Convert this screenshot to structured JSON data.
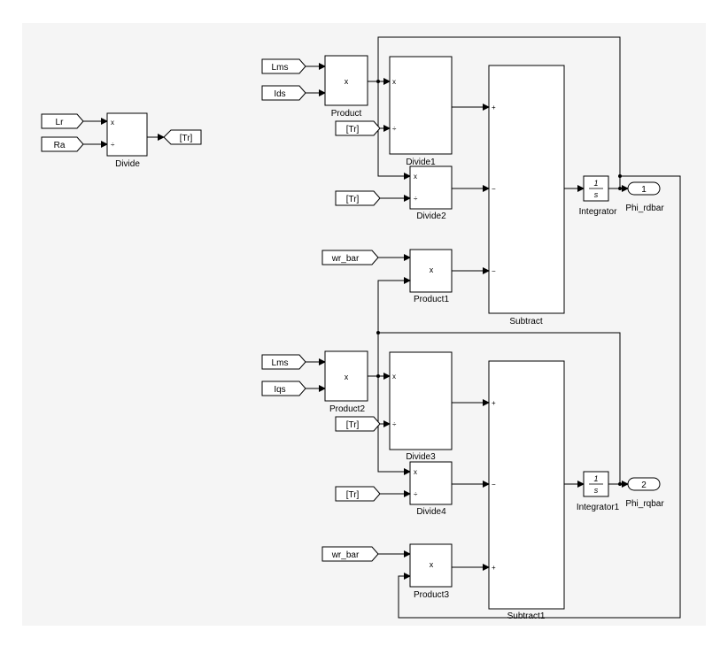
{
  "inputs": {
    "lr": "Lr",
    "ra": "Ra",
    "lms_top": "Lms",
    "ids": "Ids",
    "tr_1": "[Tr]",
    "tr_2": "[Tr]",
    "wr_bar_1": "wr_bar",
    "lms_bottom": "Lms",
    "iqs": "Iqs",
    "tr_3": "[Tr]",
    "tr_4": "[Tr]",
    "wr_bar_2": "wr_bar"
  },
  "goto": {
    "tr": "[Tr]"
  },
  "blocks": {
    "divide": "Divide",
    "product": "Product",
    "divide1": "Divide1",
    "divide2": "Divide2",
    "product1": "Product1",
    "subtract": "Subtract",
    "integrator": "Integrator",
    "product2": "Product2",
    "divide3": "Divide3",
    "divide4": "Divide4",
    "product3": "Product3",
    "subtract1": "Subtract1",
    "integrator1": "Integrator1"
  },
  "outports": {
    "phi_rdbar": {
      "num": "1",
      "name": "Phi_rdbar"
    },
    "phi_rqbar": {
      "num": "2",
      "name": "Phi_rqbar"
    }
  },
  "symbols": {
    "times": "x",
    "divide": "÷",
    "plus": "+",
    "minus": "−",
    "integrator_num": "1",
    "integrator_den": "s"
  },
  "colors": {
    "background": "#f5f5f5",
    "line": "#000000"
  }
}
